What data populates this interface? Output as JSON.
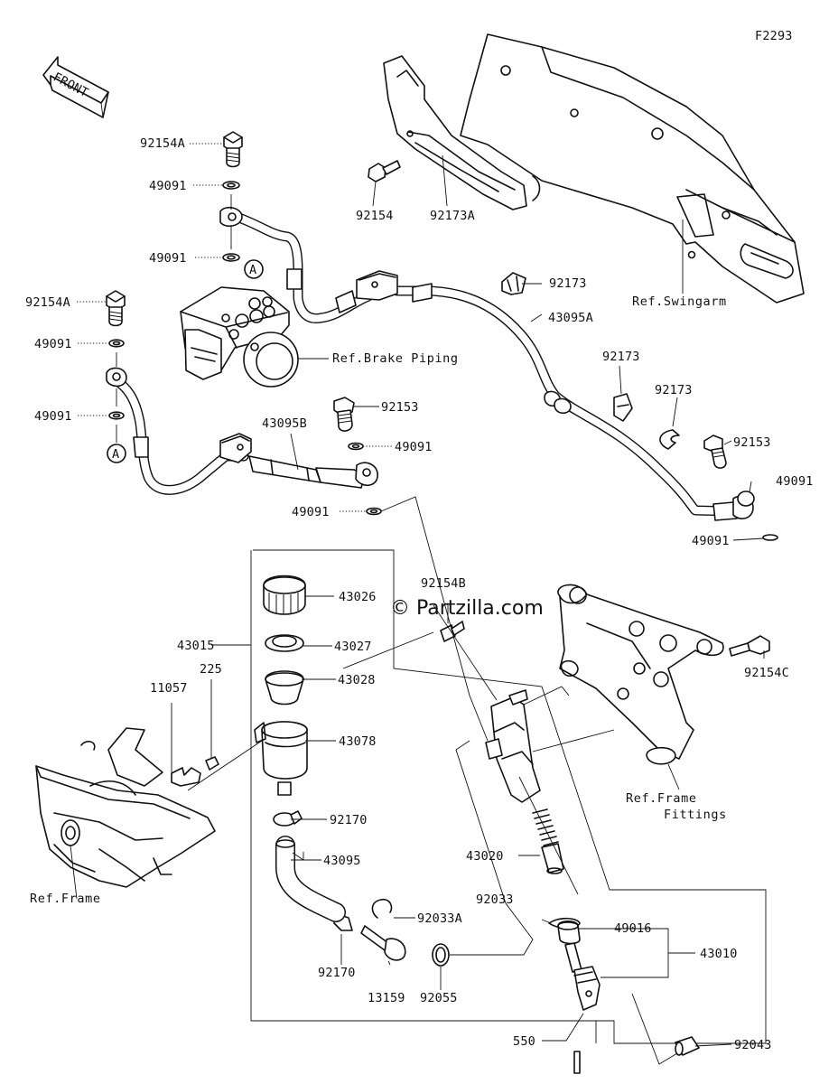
{
  "diagram": {
    "code": "F2293",
    "front": "FRONT",
    "watermark": "© Partzilla.com",
    "parts": {
      "p92154A_top": "92154A",
      "p49091_a": "49091",
      "p49091_b": "49091",
      "p92154A_left": "92154A",
      "p49091_c": "49091",
      "p49091_d": "49091",
      "p92154": "92154",
      "p92173A": "92173A",
      "p92173_a": "92173",
      "p43095A": "43095A",
      "p92173_b": "92173",
      "p92173_c": "92173",
      "p92153_a": "92153",
      "p92153_b": "92153",
      "p43095B": "43095B",
      "p49091_e": "49091",
      "p49091_f": "49091",
      "p49091_g": "49091",
      "p49091_h": "49091",
      "p92154B": "92154B",
      "p92154C": "92154C",
      "p43026": "43026",
      "p43015": "43015",
      "p43027": "43027",
      "p43028": "43028",
      "p225": "225",
      "p11057": "11057",
      "p43078": "43078",
      "p92170_a": "92170",
      "p43095": "43095",
      "p43020": "43020",
      "p92033": "92033",
      "p92033A": "92033A",
      "p49016": "49016",
      "p43010": "43010",
      "p92170_b": "92170",
      "p13159": "13159",
      "p92055": "92055",
      "p92043": "92043",
      "p550": "550"
    },
    "markers": {
      "a1": "A",
      "a2": "A"
    },
    "refs": {
      "swingarm": "Ref.Swingarm",
      "brake_piping": "Ref.Brake Piping",
      "frame_fittings_1": "Ref.Frame",
      "frame_fittings_2": "Fittings",
      "frame": "Ref.Frame"
    }
  }
}
